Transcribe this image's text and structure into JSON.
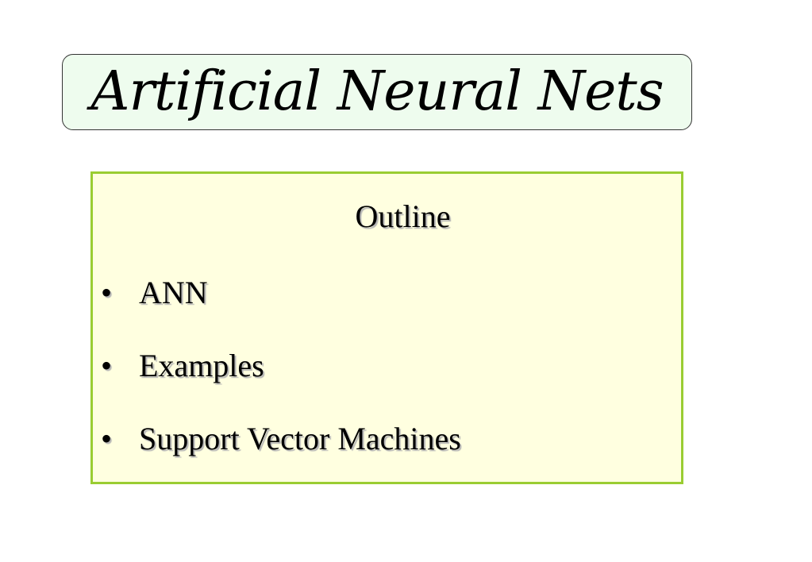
{
  "slide": {
    "title": "Artificial Neural Nets",
    "outline": {
      "heading": "Outline",
      "bullet_glyph": "•",
      "items": [
        {
          "label": "ANN"
        },
        {
          "label": "Examples"
        },
        {
          "label": "Support Vector Machines"
        }
      ]
    }
  },
  "colors": {
    "title_background": "#eefcee",
    "outline_background": "#ffffe0",
    "outline_border": "#9acd32"
  }
}
